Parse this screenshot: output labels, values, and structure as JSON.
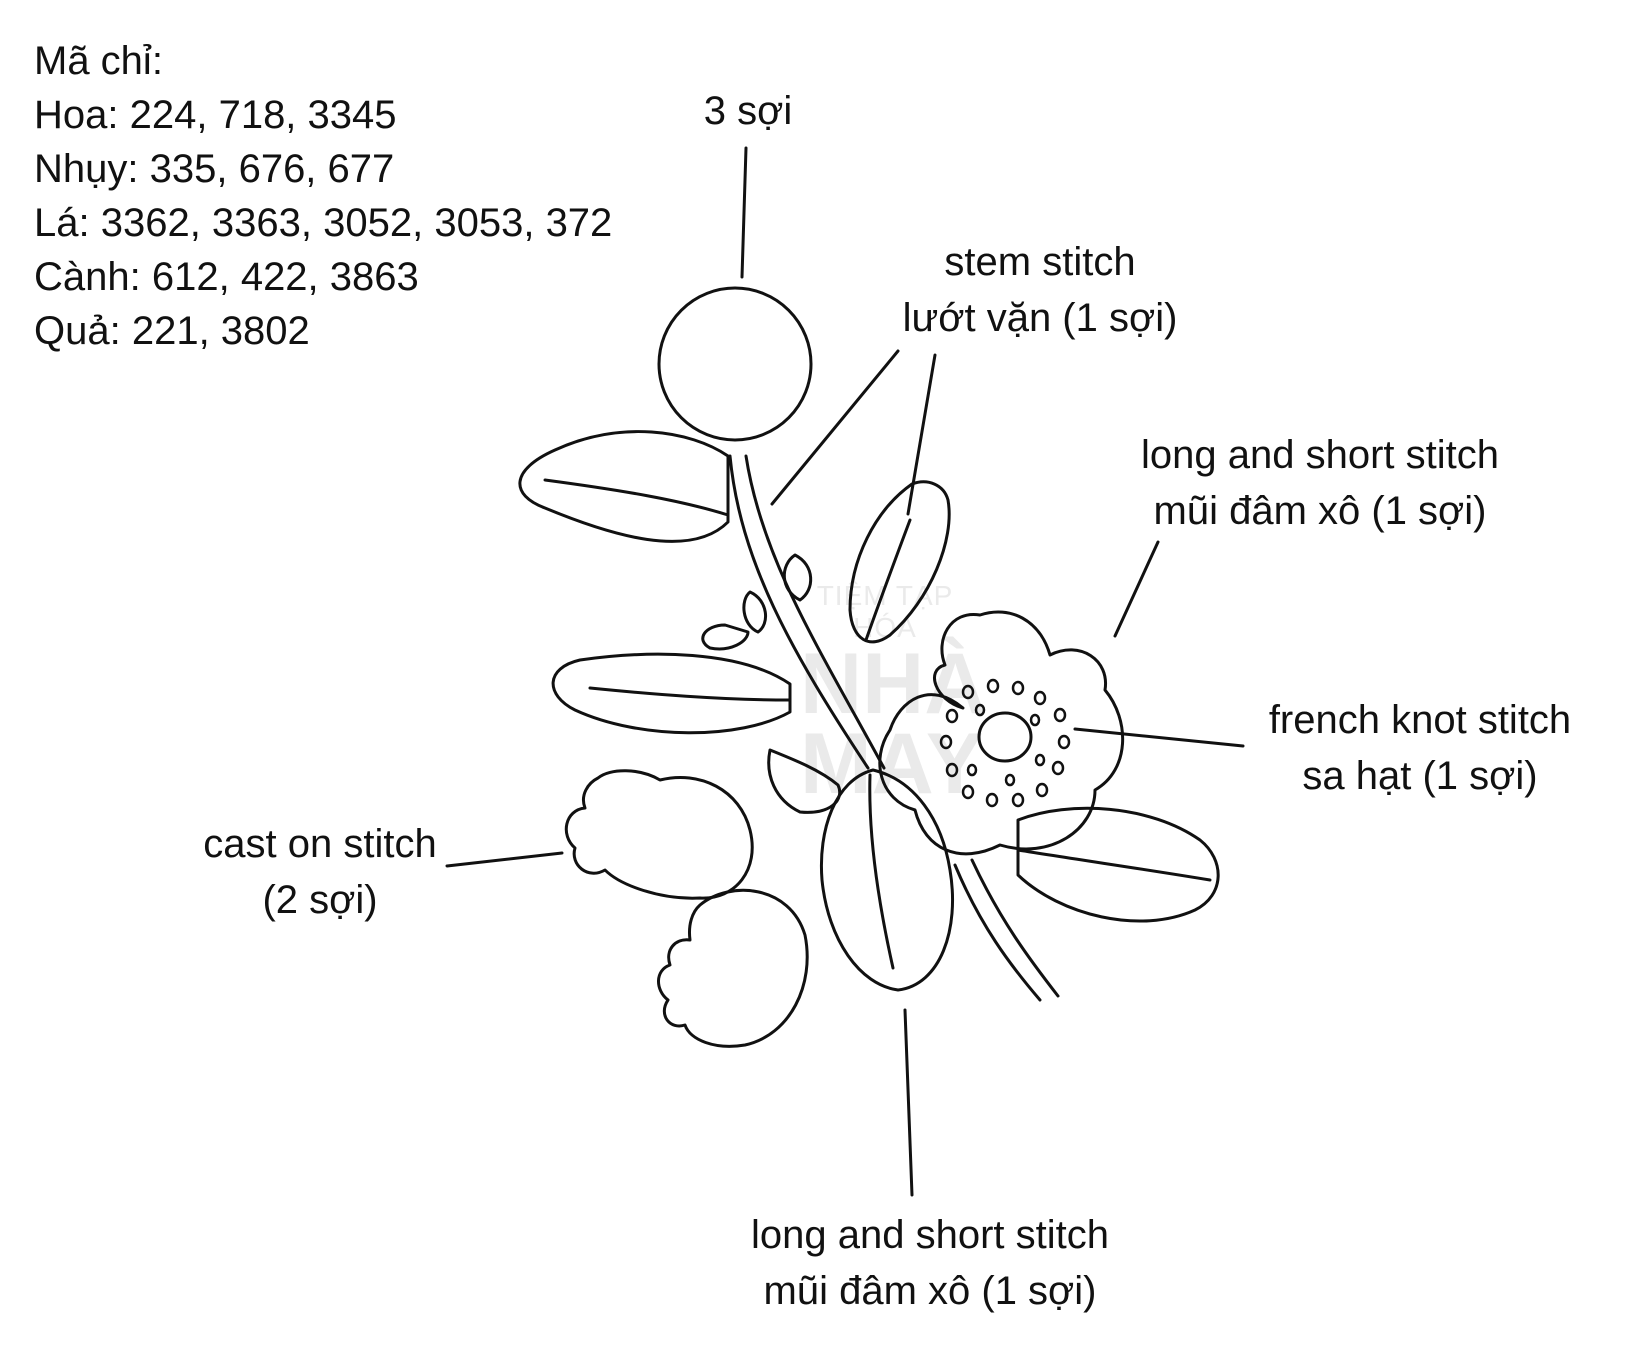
{
  "legend": {
    "title": "Mã chỉ:",
    "lines": [
      "Hoa: 224, 718, 3345",
      "Nhụy: 335, 676, 677",
      "Lá: 3362, 3363, 3052, 3053, 372",
      "Cành: 612, 422, 3863",
      "Quả: 221, 3802"
    ]
  },
  "labels": {
    "berry_threads": "3 sợi",
    "stem_en": "stem stitch",
    "stem_vi": "lướt vặn (1 sợi)",
    "petal_en": "long and short stitch",
    "petal_vi": "mũi đâm xô (1 sợi)",
    "knot_en": "french knot stitch",
    "knot_vi": "sa hạt (1 sợi)",
    "cast_en": "cast on stitch",
    "cast_vi": "(2 sợi)",
    "leaf_en": "long and short stitch",
    "leaf_vi": "mũi đâm xô (1 sợi)"
  },
  "watermark": {
    "top": "TIỆM TẠP HÓA",
    "line1": "NHÀ",
    "line2": "MAY"
  }
}
